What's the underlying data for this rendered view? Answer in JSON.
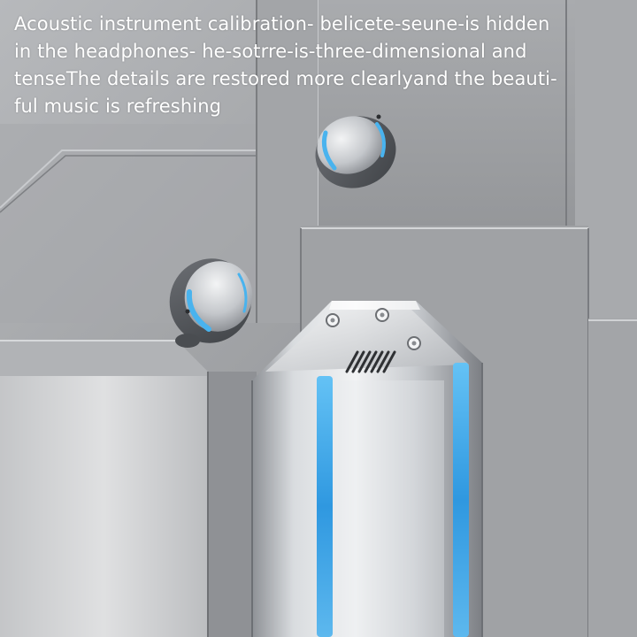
{
  "caption": {
    "lines": [
      "Acoustic instrument calibration- belicete-seune-is hidden",
      "in the headphones- he-sotrre-is-three-dimensional and",
      "tenseThe details are restored more clearlyand the beauti-",
      "ful music is refreshing"
    ]
  },
  "colors": {
    "background": "#9a9c9f",
    "metal_light": "#e6e8ea",
    "metal_mid": "#b9bcc0",
    "metal_dark": "#6e7175",
    "accent_blue": "#3aa6e8",
    "text": "#ffffff"
  },
  "objects": {
    "earbud_top_right": "earbud-icon",
    "earbud_left": "earbud-icon",
    "charging_case": "charging-case-icon"
  }
}
